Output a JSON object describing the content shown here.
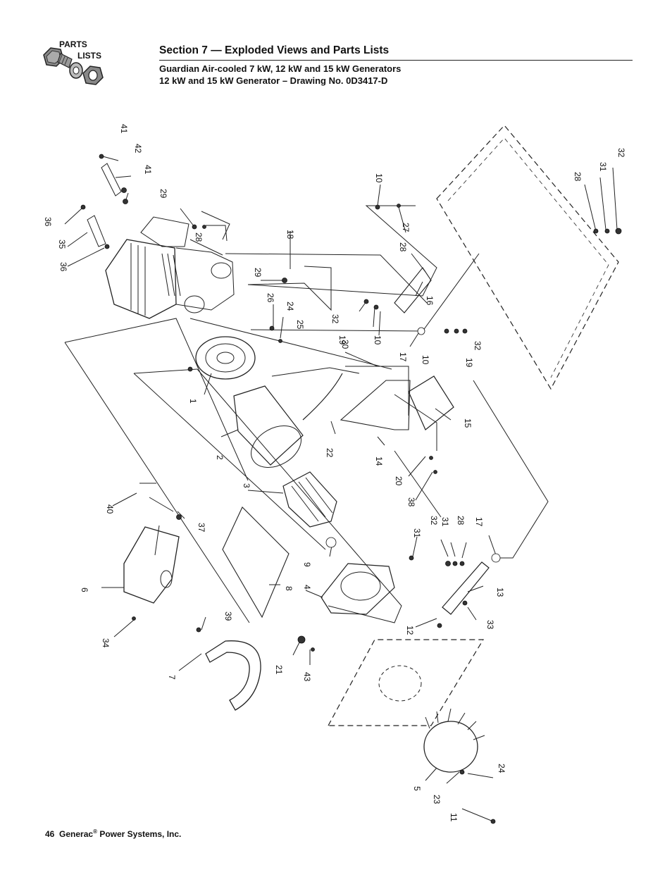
{
  "logo": {
    "line1": "PARTS",
    "line2": "LISTS",
    "icon": "nut-bolt-washer-icon"
  },
  "header": {
    "section_title": "Section 7 — Exploded Views and Parts Lists",
    "subtitle_1": "Guardian Air-cooled 7 kW, 12 kW and 15 kW Generators",
    "subtitle_2": "12 kW and 15 kW Generator – Drawing No. 0D3417-D"
  },
  "footer": {
    "page_number": "46",
    "company": "Generac",
    "reg_mark": "®",
    "company_suffix": "Power Systems, Inc."
  },
  "callouts": [
    "41",
    "42",
    "41",
    "36",
    "35",
    "36",
    "29",
    "28",
    "10",
    "27",
    "28",
    "18",
    "29",
    "26",
    "24",
    "25",
    "16",
    "32",
    "19",
    "10",
    "17",
    "10",
    "19",
    "32",
    "30",
    "1",
    "2",
    "3",
    "22",
    "14",
    "15",
    "20",
    "38",
    "40",
    "37",
    "9",
    "4",
    "8",
    "6",
    "34",
    "39",
    "7",
    "21",
    "43",
    "31",
    "32",
    "31",
    "28",
    "17",
    "13",
    "33",
    "12",
    "5",
    "23",
    "24",
    "11",
    "28",
    "31",
    "32"
  ]
}
